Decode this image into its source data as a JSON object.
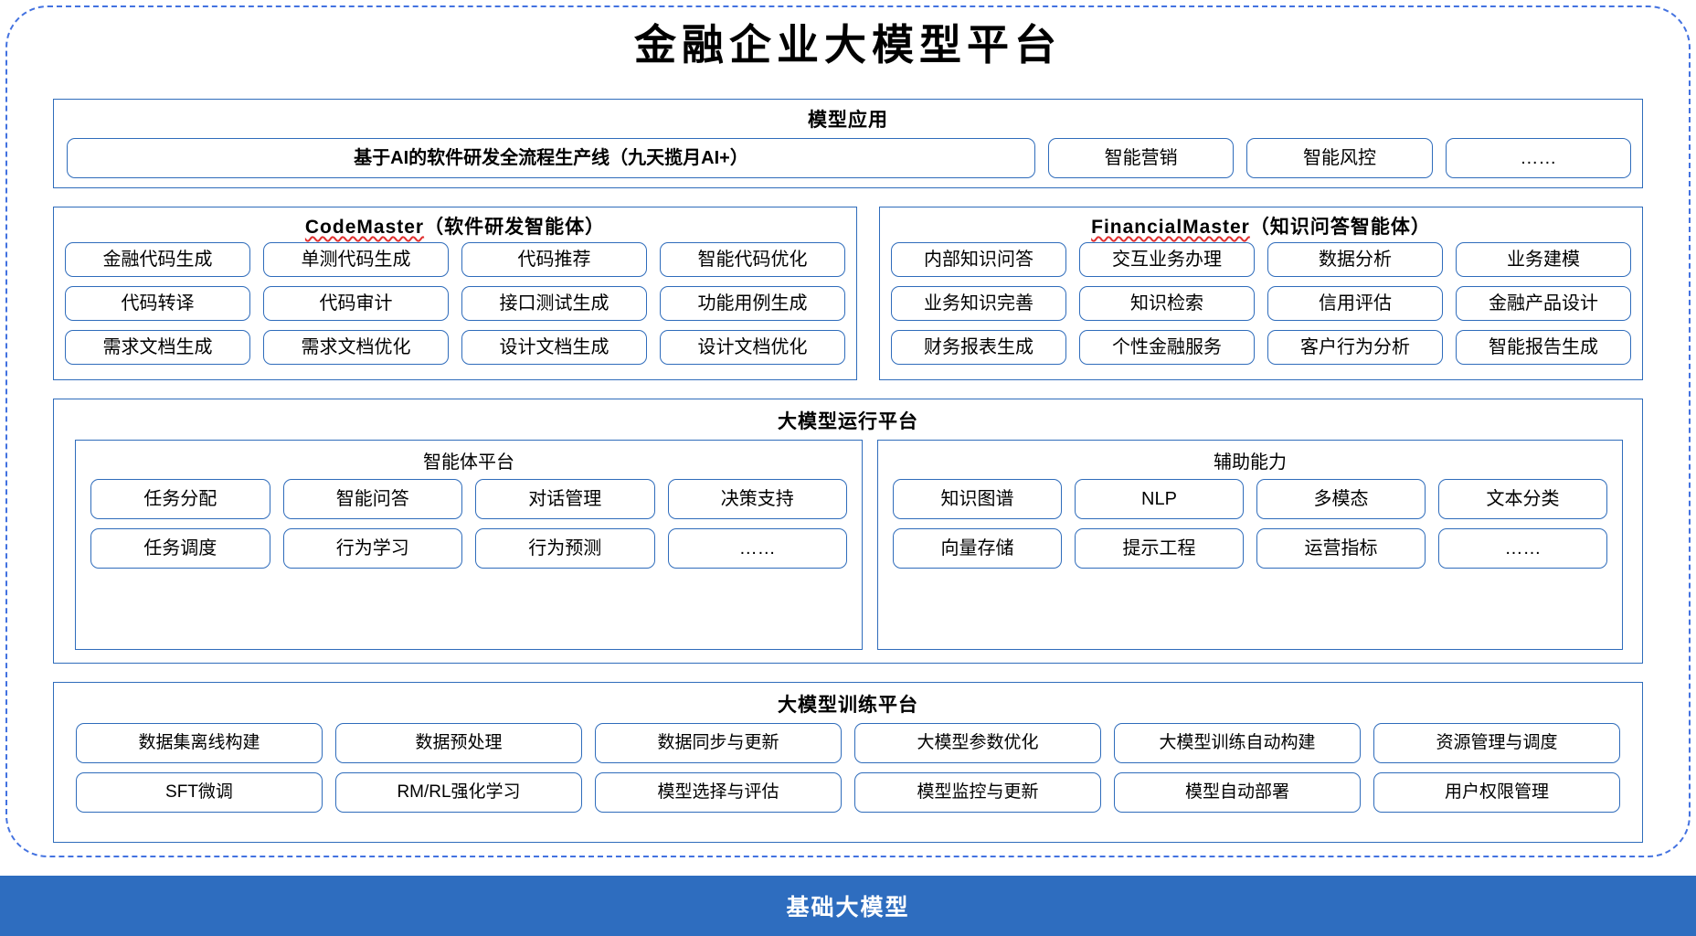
{
  "title": "金融企业大模型平台",
  "sections": {
    "model_application": {
      "title": "模型应用",
      "items": [
        "基于AI的软件研发全流程生产线（九天揽月AI+）",
        "智能营销",
        "智能风控",
        "……"
      ]
    },
    "code_master": {
      "name": "CodeMaster",
      "subtitle": "（软件研发智能体）",
      "items": [
        "金融代码生成",
        "单测代码生成",
        "代码推荐",
        "智能代码优化",
        "代码转译",
        "代码审计",
        "接口测试生成",
        "功能用例生成",
        "需求文档生成",
        "需求文档优化",
        "设计文档生成",
        "设计文档优化"
      ]
    },
    "financial_master": {
      "name": "FinancialMaster",
      "subtitle": "（知识问答智能体）",
      "items": [
        "内部知识问答",
        "交互业务办理",
        "数据分析",
        "业务建模",
        "业务知识完善",
        "知识检索",
        "信用评估",
        "金融产品设计",
        "财务报表生成",
        "个性金融服务",
        "客户行为分析",
        "智能报告生成"
      ]
    },
    "runtime_platform": {
      "title": "大模型运行平台",
      "agent_platform": {
        "title": "智能体平台",
        "items": [
          "任务分配",
          "智能问答",
          "对话管理",
          "决策支持",
          "任务调度",
          "行为学习",
          "行为预测",
          "……"
        ]
      },
      "auxiliary": {
        "title": "辅助能力",
        "items": [
          "知识图谱",
          "NLP",
          "多模态",
          "文本分类",
          "向量存储",
          "提示工程",
          "运营指标",
          "……"
        ]
      }
    },
    "training_platform": {
      "title": "大模型训练平台",
      "items": [
        "数据集离线构建",
        "数据预处理",
        "数据同步与更新",
        "大模型参数优化",
        "大模型训练自动构建",
        "资源管理与调度",
        "SFT微调",
        "RM/RL强化学习",
        "模型选择与评估",
        "模型监控与更新",
        "模型自动部署",
        "用户权限管理"
      ]
    },
    "base_model": {
      "label": "基础大模型"
    }
  },
  "colors": {
    "border_blue": "#2f6cbb",
    "dashed_blue": "#4372e0",
    "bar_blue": "#2e6dbf",
    "spell_red": "#e03030",
    "text_black": "#000000",
    "bar_text": "#ffffff"
  }
}
